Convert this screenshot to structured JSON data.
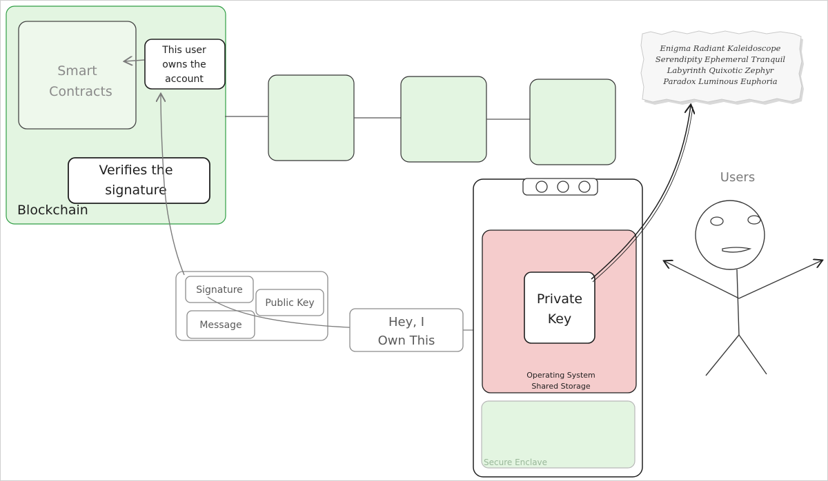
{
  "blockchain": {
    "label": "Blockchain",
    "smart_contracts": [
      "Smart",
      "Contracts"
    ],
    "owns_note": [
      "This user",
      "owns the",
      "account"
    ],
    "verify_note": [
      "Verifies the",
      "signature"
    ]
  },
  "payload": {
    "signature": "Signature",
    "public_key": "Public Key",
    "message": "Message"
  },
  "hey_note": [
    "Hey, I",
    "Own This"
  ],
  "phone": {
    "private_key": [
      "Private",
      "Key"
    ],
    "os_storage": [
      "Operating System",
      "Shared Storage"
    ],
    "secure_enclave": "Secure Enclave"
  },
  "paper_note": {
    "lines": [
      "Enigma Radiant Kaleidoscope",
      "Serendipity Ephemeral Tranquil",
      "Labyrinth Quixotic Zephyr",
      "Paradox Luminous Euphoria"
    ]
  },
  "users": {
    "label": "Users"
  },
  "colors": {
    "green_fill": "#e3f5e1",
    "green_stroke": "#2f9e44",
    "red_fill": "#f5cccc",
    "ink": "#1e1e1e",
    "gray": "#7a7a7a"
  }
}
